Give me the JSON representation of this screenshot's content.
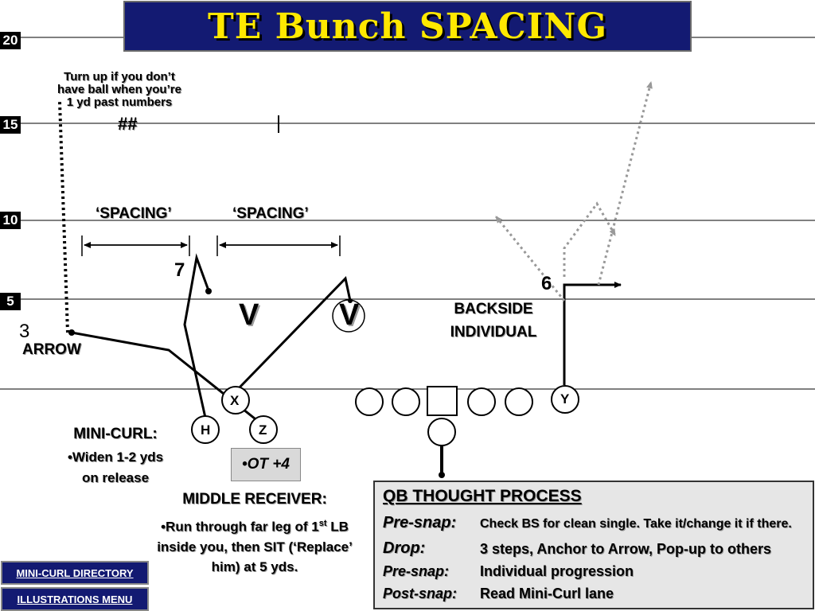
{
  "title": "TE Bunch SPACING",
  "yard_labels": [
    "20",
    "15",
    "10",
    "5"
  ],
  "turn_up_note": [
    "Turn up if you don’t",
    "have ball when you’re",
    "1 yd past numbers"
  ],
  "hash_mark": "##",
  "spacing_labels": [
    "‘SPACING’",
    "‘SPACING’"
  ],
  "route_numbers": {
    "seven": "7",
    "six": "6",
    "three": "3"
  },
  "defender_labels": [
    "V",
    "V"
  ],
  "arrow_label": "ARROW",
  "backside_label": [
    "BACKSIDE",
    "INDIVIDUAL"
  ],
  "players": {
    "x": "X",
    "h": "H",
    "z": "Z",
    "y": "Y"
  },
  "mini_curl": {
    "heading": "MINI-CURL:",
    "lines": [
      "•Widen 1-2 yds",
      "on release"
    ]
  },
  "ot_label": "•OT +4",
  "middle_receiver": {
    "heading": "MIDDLE RECEIVER:",
    "line1": "•Run through far leg of 1st LB",
    "line2": "inside you, then SIT (‘Replace’",
    "line3": "him) at 5 yds."
  },
  "qb_thought": {
    "heading": "QB THOUGHT PROCESS",
    "rows": [
      {
        "key": "Pre-snap:",
        "value": "Check BS for clean single.  Take it/change it if there."
      },
      {
        "key": "Drop:",
        "value": "3 steps, Anchor to Arrow, Pop-up to others"
      },
      {
        "key": "Pre-snap:",
        "value": "Individual progression"
      },
      {
        "key": "Post-snap:",
        "value": "Read Mini-Curl lane"
      }
    ]
  },
  "menu": {
    "directory": "MINI-CURL DIRECTORY",
    "illustrations": "ILLUSTRATIONS MENU"
  },
  "colors": {
    "title_bg": "#131a72",
    "title_text": "#ffe800",
    "qb_box": "#e6e6e6",
    "ot_box": "#d9d9d9"
  }
}
